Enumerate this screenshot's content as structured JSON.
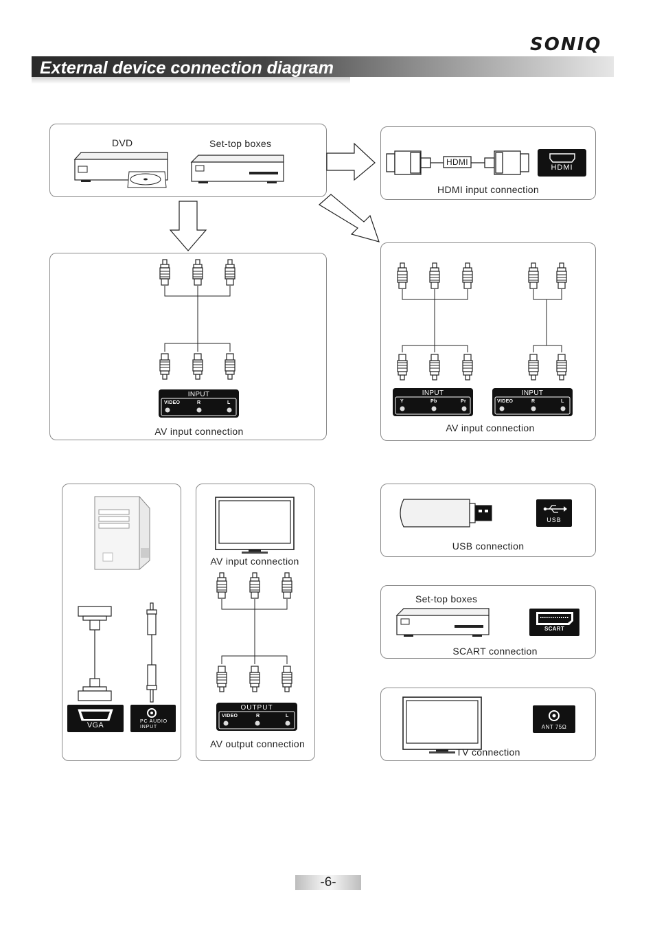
{
  "brand": "SONIQ",
  "title": "External device connection diagram",
  "sources": {
    "dvd": "DVD",
    "stb": "Set-top boxes"
  },
  "hdmi": {
    "cable_label": "HDMI",
    "port_label": "HDMI",
    "caption": "HDMI input connection"
  },
  "av_left": {
    "panel_title": "INPUT",
    "ports": [
      "VIDEO",
      "R",
      "L"
    ],
    "caption": "AV input connection"
  },
  "av_right": {
    "component_panel_title": "INPUT",
    "component_ports": [
      "Y",
      "Pb",
      "Pr"
    ],
    "audio_panel_title": "INPUT",
    "audio_ports": [
      "VIDEO",
      "R",
      "L"
    ],
    "caption": "AV input connection"
  },
  "pc": {
    "vga_label": "VGA",
    "audio_label_1": "PC AUDIO",
    "audio_label_2": "INPUT"
  },
  "av_output": {
    "tv_caption": "AV input connection",
    "panel_title": "OUTPUT",
    "ports": [
      "VIDEO",
      "R",
      "L"
    ],
    "caption": "AV output connection"
  },
  "usb": {
    "port_label": "USB",
    "caption": "USB connection"
  },
  "scart": {
    "source": "Set-top boxes",
    "port_label": "SCART",
    "caption": "SCART connection"
  },
  "tv": {
    "port_label": "ANT 75Ω",
    "caption": "TV connection"
  },
  "page_number": "-6-"
}
